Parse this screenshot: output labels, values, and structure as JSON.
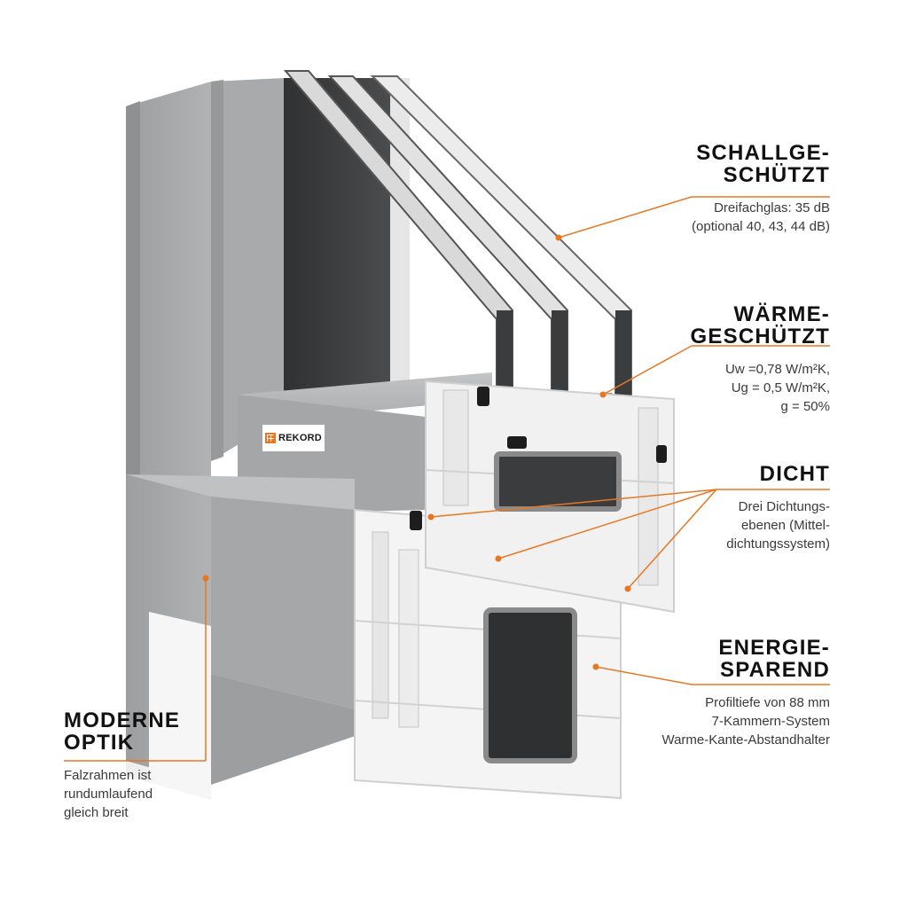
{
  "brand": {
    "logo_text": "REKORD",
    "accent": "#E87722"
  },
  "colors": {
    "frame_grey": "#A0A2A3",
    "frame_grey_dark": "#8E9091",
    "pvc_white": "#F4F4F4",
    "glass_dark": "#3C3E40",
    "steel": "#6E6E6E",
    "leader": "#E87722"
  },
  "callouts": {
    "schallgeschuetzt": {
      "title": "SCHALLGE-\nSCHÜTZT",
      "description": "Dreifachglas: 35 dB\n(optional 40, 43, 44 dB)"
    },
    "waermegeschuetzt": {
      "title": "WÄRME-\nGESCHÜTZT",
      "description": "Uw =0,78 W/m²K,\nUg = 0,5 W/m²K,\ng = 50%"
    },
    "dicht": {
      "title": "DICHT",
      "description": "Drei Dichtungs-\nebenen (Mittel-\ndichtungssystem)"
    },
    "energiesparend": {
      "title": "ENERGIE-\nSPAREND",
      "description": "Profiltiefe von 88 mm\n7-Kammern-System\nWarme-Kante-Abstandhalter"
    },
    "moderne_optik": {
      "title": "MODERNE\nOPTIK",
      "description": "Falzrahmen ist\nrundumlaufend\ngleich breit"
    }
  }
}
